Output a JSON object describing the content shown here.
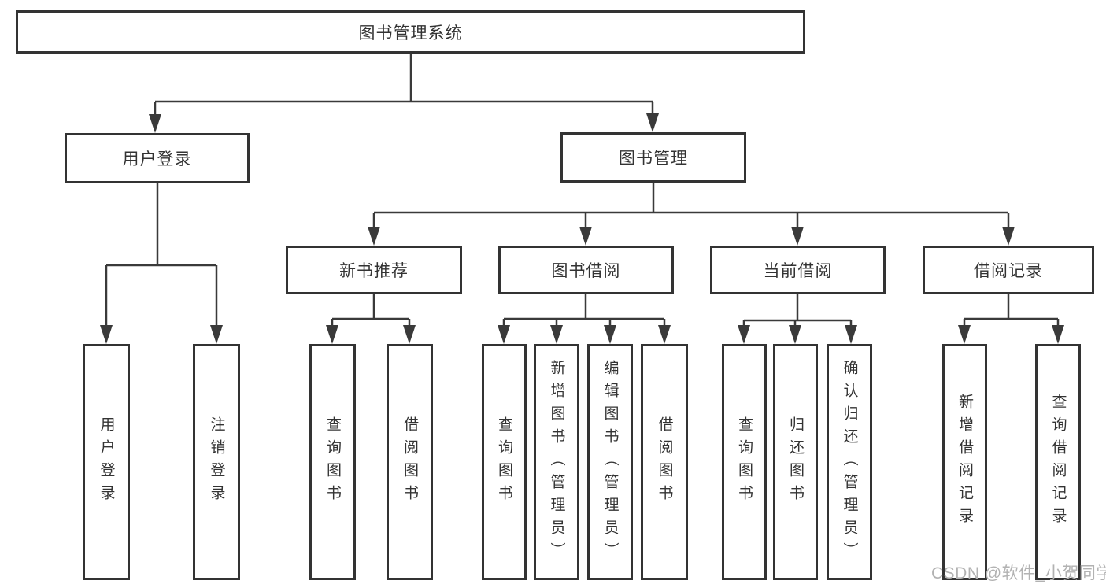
{
  "colors": {
    "line": "#3a3a3a",
    "box_border": "#333333",
    "text": "#333333",
    "background": "#ffffff",
    "watermark": "#b2b2b2"
  },
  "watermark": {
    "text": "CSDN @软件_小贺同学"
  },
  "nodes": {
    "root": "图书管理系统",
    "level2": {
      "user_login": "用户登录",
      "book_mgmt": "图书管理"
    },
    "level3": {
      "new_book_rec": "新书推荐",
      "book_borrow": "图书借阅",
      "current_borrow": "当前借阅",
      "borrow_record": "借阅记录"
    },
    "leaves": {
      "user_login": [
        "用户登录",
        "注销登录"
      ],
      "new_book_rec": [
        "查询图书",
        "借阅图书"
      ],
      "book_borrow": [
        "查询图书",
        "新增图书（管理员）",
        "编辑图书（管理员）",
        "借阅图书"
      ],
      "current_borrow": [
        "查询图书",
        "归还图书",
        "确认归还（管理员）"
      ],
      "borrow_record": [
        "新增借阅记录",
        "查询借阅记录"
      ]
    }
  }
}
